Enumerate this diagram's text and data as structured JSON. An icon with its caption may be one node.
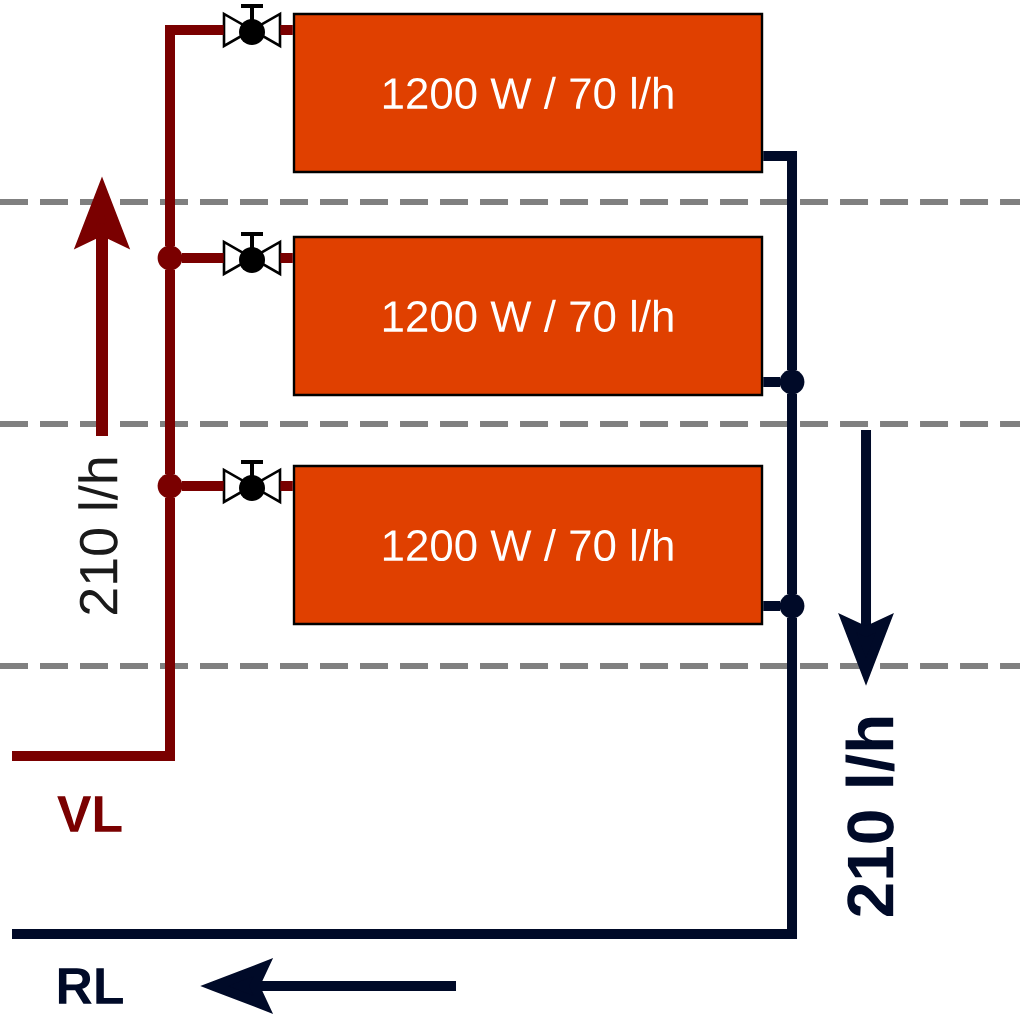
{
  "diagram": {
    "nodes": [
      {
        "text": [],
        "shape": "valve"
      },
      {
        "text": [
          "1200 W / 70 l/h"
        ]
      },
      {
        "text": [],
        "shape": "valve"
      },
      {
        "text": [
          "1200 W / 70 l/h"
        ]
      },
      {
        "text": [],
        "shape": "valve"
      },
      {
        "text": [
          "1200 W / 70 l/h"
        ]
      }
    ],
    "edges": [
      {
        "from": null,
        "to": 0,
        "arrow": "none",
        "color": "#7a0000"
      },
      {
        "from": 0,
        "to": 1,
        "arrow": "none",
        "color": "#7a0000"
      },
      {
        "from": null,
        "to": 2,
        "arrow": "none",
        "color": "#7a0000"
      },
      {
        "from": 2,
        "to": 3,
        "arrow": "none",
        "color": "#7a0000"
      },
      {
        "from": null,
        "to": 4,
        "arrow": "none",
        "color": "#7a0000"
      },
      {
        "from": 4,
        "to": 5,
        "arrow": "none",
        "color": "#7a0000"
      },
      {
        "from": 1,
        "to": null,
        "arrow": "none",
        "color": "#000a28"
      },
      {
        "from": 3,
        "to": null,
        "arrow": "none",
        "color": "#000a28"
      },
      {
        "from": 5,
        "to": null,
        "arrow": "none",
        "color": "#000a28"
      }
    ],
    "labels": [
      "210 l/h",
      "210 l/h",
      "VL",
      "RL"
    ]
  }
}
